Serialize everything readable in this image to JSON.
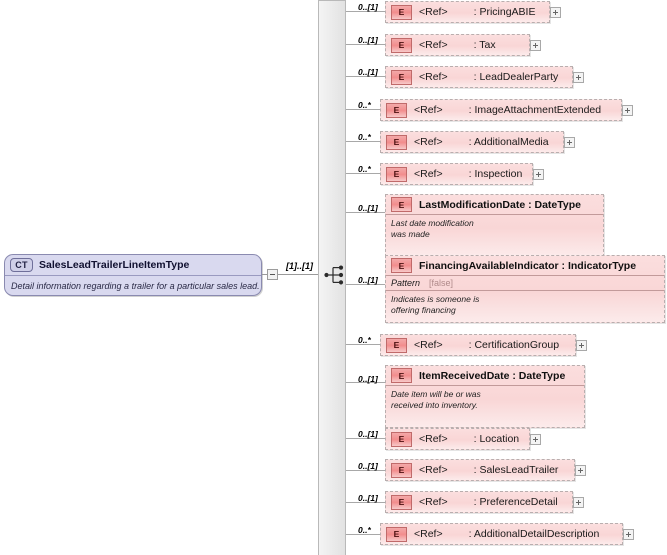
{
  "diagram": {
    "kind": "xsd-schema-diagram",
    "root": {
      "badge": "CT",
      "name": "SalesLeadTrailerLineItemType",
      "documentation": "Detail information regarding a trailer for a particular sales lead.",
      "cardinality": "[1]..[1]",
      "collapse_icon": "minus-toggle",
      "compositor": "sequence-compositor"
    },
    "element_badge": "E",
    "ref_label": "<Ref>",
    "expand_icon": "plus-toggle",
    "children": [
      {
        "cardinality": "0..[1]",
        "ref": "<Ref>",
        "type": ": PricingABIE",
        "style": "ref",
        "expandable": true
      },
      {
        "cardinality": "0..[1]",
        "ref": "<Ref>",
        "type": ": Tax",
        "style": "ref",
        "expandable": true
      },
      {
        "cardinality": "0..[1]",
        "ref": "<Ref>",
        "type": ": LeadDealerParty",
        "style": "ref",
        "expandable": true
      },
      {
        "cardinality": "0..*",
        "ref": "<Ref>",
        "type": ": ImageAttachmentExtended",
        "style": "ref",
        "expandable": true
      },
      {
        "cardinality": "0..*",
        "ref": "<Ref>",
        "type": ": AdditionalMedia",
        "style": "ref",
        "expandable": true
      },
      {
        "cardinality": "0..*",
        "ref": "<Ref>",
        "type": ": Inspection",
        "style": "ref",
        "expandable": true
      },
      {
        "cardinality": "0..[1]",
        "name": "LastModificationDate : DateType",
        "style": "detail",
        "expandable": false,
        "documentation": "Last date modification\nwas made"
      },
      {
        "cardinality": "0..[1]",
        "name": "FinancingAvailableIndicator : IndicatorType",
        "style": "detail",
        "expandable": false,
        "facet_label": "Pattern",
        "facet_value": "[false]",
        "documentation": "Indicates is someone is\noffering financing"
      },
      {
        "cardinality": "0..*",
        "ref": "<Ref>",
        "type": ": CertificationGroup",
        "style": "ref",
        "expandable": true
      },
      {
        "cardinality": "0..[1]",
        "name": "ItemReceivedDate : DateType",
        "style": "detail",
        "expandable": false,
        "documentation": "Date item will be or was\nreceived into inventory."
      },
      {
        "cardinality": "0..[1]",
        "ref": "<Ref>",
        "type": ": Location",
        "style": "ref",
        "expandable": true
      },
      {
        "cardinality": "0..[1]",
        "ref": "<Ref>",
        "type": ": SalesLeadTrailer",
        "style": "ref",
        "expandable": true
      },
      {
        "cardinality": "0..[1]",
        "ref": "<Ref>",
        "type": ": PreferenceDetail",
        "style": "ref",
        "expandable": true
      },
      {
        "cardinality": "0..*",
        "ref": "<Ref>",
        "type": ": AdditionalDetailDescription",
        "style": "ref",
        "expandable": true
      }
    ],
    "colors": {
      "element_fill": "#f9d6d6",
      "element_badge": "#f28d8d",
      "complextype_fill": "#d9d9ef",
      "group_bar": "#ececec",
      "line": "#a8a8a8"
    }
  }
}
